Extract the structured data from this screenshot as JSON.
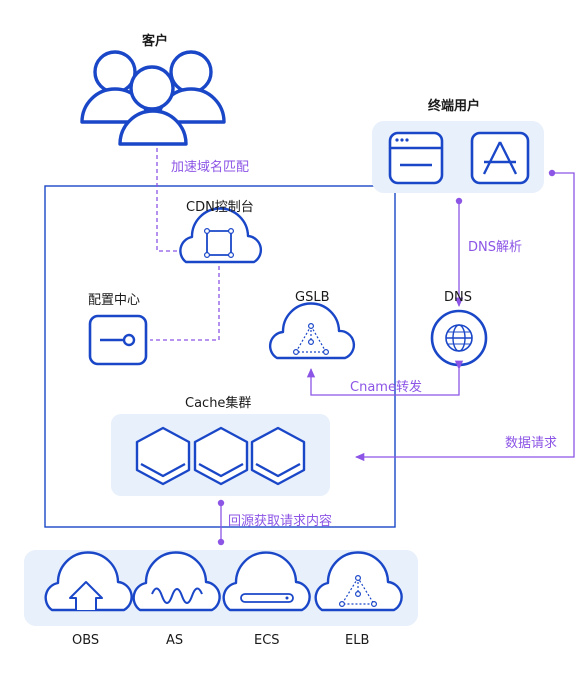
{
  "customer": {
    "label": "客户"
  },
  "end_user": {
    "label": "终端用户"
  },
  "cdn_console": {
    "label": "CDN控制台"
  },
  "config_center": {
    "label": "配置中心"
  },
  "gslb": {
    "label": "GSLB"
  },
  "dns": {
    "label": "DNS"
  },
  "cache_cluster": {
    "label": "Cache集群"
  },
  "edges": {
    "accelerate_domain": "加速域名匹配",
    "dns_resolve": "DNS解析",
    "cname_forward": "Cname转发",
    "data_request": "数据请求",
    "back_to_origin": "回源获取请求内容"
  },
  "origins": [
    {
      "label": "OBS",
      "icon": "upload-arrow-icon"
    },
    {
      "label": "AS",
      "icon": "wave-icon"
    },
    {
      "label": "ECS",
      "icon": "server-bar-icon"
    },
    {
      "label": "ELB",
      "icon": "network-triangle-icon"
    }
  ],
  "colors": {
    "primary": "#1a47c8",
    "panel_bg": "#e8f0fb",
    "edge_purple": "#8c55e6"
  }
}
